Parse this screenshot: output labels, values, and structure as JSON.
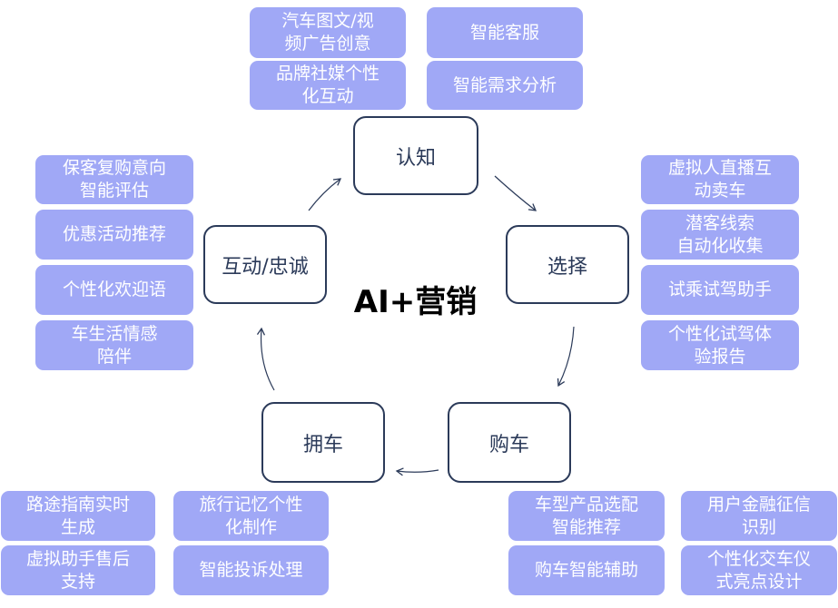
{
  "center_label": "AI+营销",
  "stages": {
    "awareness": "认知",
    "selection": "选择",
    "purchase": "购车",
    "ownership": "拥车",
    "interaction": "互动/忠诚"
  },
  "awareness_items": [
    [
      "汽车图文/视",
      "频广告创意"
    ],
    [
      "智能客服"
    ],
    [
      "品牌社媒个性",
      "化互动"
    ],
    [
      "智能需求分析"
    ]
  ],
  "selection_items": [
    [
      "虚拟人直播互",
      "动卖车"
    ],
    [
      "潜客线索",
      "自动化收集"
    ],
    [
      "试乘试驾助手"
    ],
    [
      "个性化试驾体",
      "验报告"
    ]
  ],
  "purchase_items": [
    [
      "车型产品选配",
      "智能推荐"
    ],
    [
      "用户金融征信",
      "识别"
    ],
    [
      "购车智能辅助"
    ],
    [
      "个性化交车仪",
      "式亮点设计"
    ]
  ],
  "ownership_items": [
    [
      "路途指南实时",
      "生成"
    ],
    [
      "旅行记忆个性",
      "化制作"
    ],
    [
      "虚拟助手售后",
      "支持"
    ],
    [
      "智能投诉处理"
    ]
  ],
  "interaction_items": [
    [
      "保客复购意向",
      "智能评估"
    ],
    [
      "优惠活动推荐"
    ],
    [
      "个性化欢迎语"
    ],
    [
      "车生活情感",
      "陪伴"
    ]
  ],
  "colors": {
    "tag_fill": "#a0a8f6",
    "stage_border": "#2b3a59",
    "arrow": "#2b3a59"
  }
}
